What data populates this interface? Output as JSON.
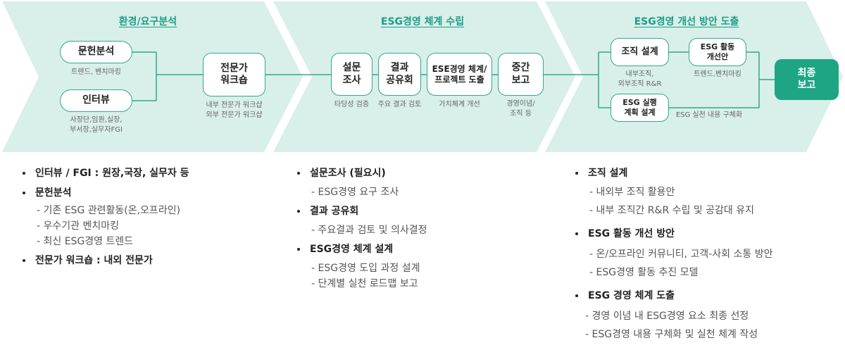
{
  "colors": {
    "band": "#d9efe9",
    "accent": "#1e9e86",
    "box_border": "#2fa98f",
    "final_fill": "#1ea684",
    "line": "#2fa98f"
  },
  "phases": [
    {
      "title": "환경/요구분석"
    },
    {
      "title": "ESG경영 체계 수립"
    },
    {
      "title": "ESG경영 개선 방안 도출"
    }
  ],
  "phase1": {
    "literature": {
      "label": "문헌분석",
      "caption": "트렌드, 벤치마킹"
    },
    "interview": {
      "label": "인터뷰",
      "caption_lines": [
        "사장단,임원,실장,",
        "부서장,실무자FGI"
      ]
    },
    "workshop": {
      "label_lines": [
        "전문가",
        "워크숍"
      ],
      "caption_lines": [
        "내부 전문가 워크샵",
        "외부 전문가 워크샵"
      ]
    }
  },
  "phase2": {
    "survey": {
      "label_lines": [
        "설문",
        "조사"
      ],
      "caption": "타당성 검증"
    },
    "share": {
      "label_lines": [
        "결과",
        "공유회"
      ],
      "caption": "주요 결과 검토"
    },
    "framework": {
      "label_lines": [
        "ESE경영 체계/",
        "프로젝트 도출"
      ],
      "caption": "가치체계 개선"
    },
    "midreport": {
      "label_lines": [
        "중간",
        "보고"
      ],
      "caption_lines": [
        "경영이념/",
        "조직 등"
      ]
    }
  },
  "phase3": {
    "org": {
      "label": "조직 설계",
      "caption_lines": [
        "내부조직,",
        "외부조직 R&R"
      ]
    },
    "activity": {
      "label_lines": [
        "ESG 활동",
        "개선안"
      ],
      "caption": "트렌드,벤치마킹"
    },
    "plan": {
      "label_lines": [
        "ESG 실행",
        "계획 설계"
      ],
      "caption": "ESG 실천 내용 구체화"
    },
    "final": {
      "label_lines": [
        "최종",
        "보고"
      ]
    }
  },
  "details": {
    "col1": [
      {
        "title": "인터뷰 / FGI : 원장,국장, 실무자 등",
        "items": []
      },
      {
        "title": "문헌분석",
        "items": [
          "- 기존 ESG 관련활동(온,오프라인)",
          "- 우수기관 벤치마킹",
          "- 최신 ESG경영 트렌드"
        ]
      },
      {
        "title": "전문가 워크숍 : 내외 전문가",
        "items": []
      }
    ],
    "col2": [
      {
        "title": "설문조사 (필요시)",
        "items": [
          "- ESG경영 요구 조사"
        ]
      },
      {
        "title": "결과 공유회",
        "items": [
          "- 주요결과 검토 및 의사결정"
        ]
      },
      {
        "title": "ESG경영 체계 설계",
        "items": [
          "- ESG경영 도입 과정 설계",
          "- 단계별 실천 로드맵 보고"
        ]
      }
    ],
    "col3": [
      {
        "title": "조직 설계",
        "items": [
          "- 내외부 조직 활용안",
          "- 내부 조직간 R&R 수립 및 공감대 유지"
        ]
      },
      {
        "title": "ESG 활동 개선 방안",
        "items": [
          "- 온/오프라인 커뮤니티, 고객-사회 소통 방안",
          "- ESG경영 활동 추진 모델"
        ]
      },
      {
        "title": "ESG 경영 체계 도출",
        "items": [
          "- 경영 이념 내 ESG경영 요소 최종 선정",
          "- ESG경영 내용 구체화 및 실천 체계 작성"
        ]
      }
    ]
  }
}
